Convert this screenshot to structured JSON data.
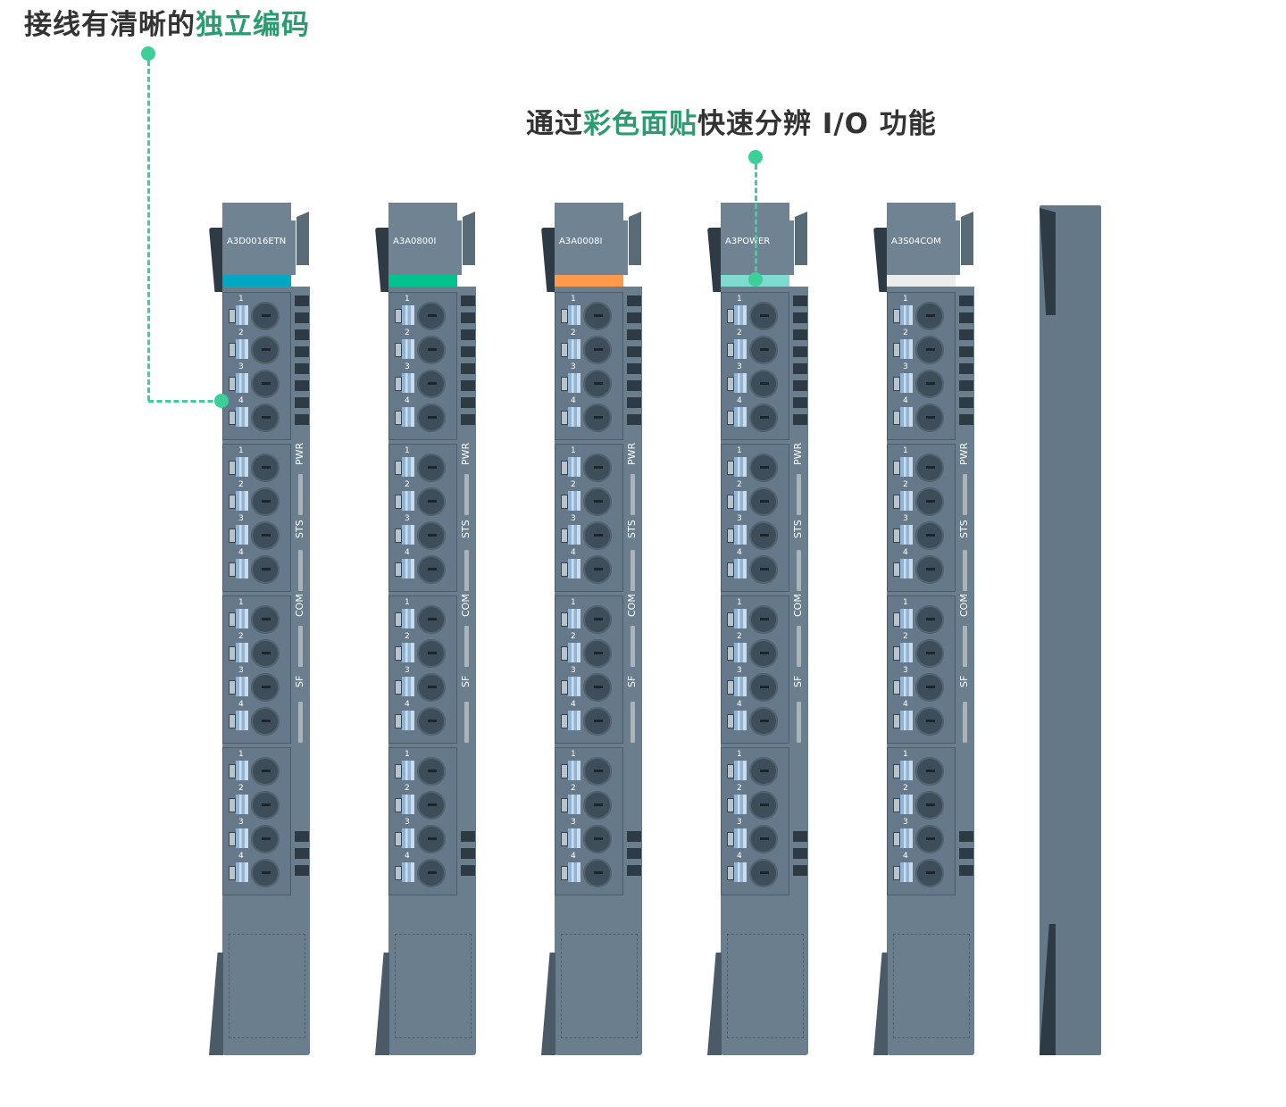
{
  "annotations": [
    {
      "prefix": "接线有清晰的",
      "highlight": "独立编码",
      "suffix": ""
    },
    {
      "prefix": "通过",
      "highlight": "彩色面贴",
      "suffix": "快速分辨 I/O 功能"
    }
  ],
  "accent_color": "#3ccf9a",
  "modules": [
    {
      "name": "A3D0016ETN",
      "color": "#00a7c2"
    },
    {
      "name": "A3A0800I",
      "color": "#00c48c"
    },
    {
      "name": "A3A0008I",
      "color": "#ff9a4d"
    },
    {
      "name": "A3POWER",
      "color": "#7fdad0"
    },
    {
      "name": "A3S04COM",
      "color": "#ececec"
    }
  ],
  "terminal_numbers": [
    "1",
    "2",
    "3",
    "4"
  ],
  "led_labels": [
    "PWR",
    "STS",
    "COM",
    "SF"
  ]
}
